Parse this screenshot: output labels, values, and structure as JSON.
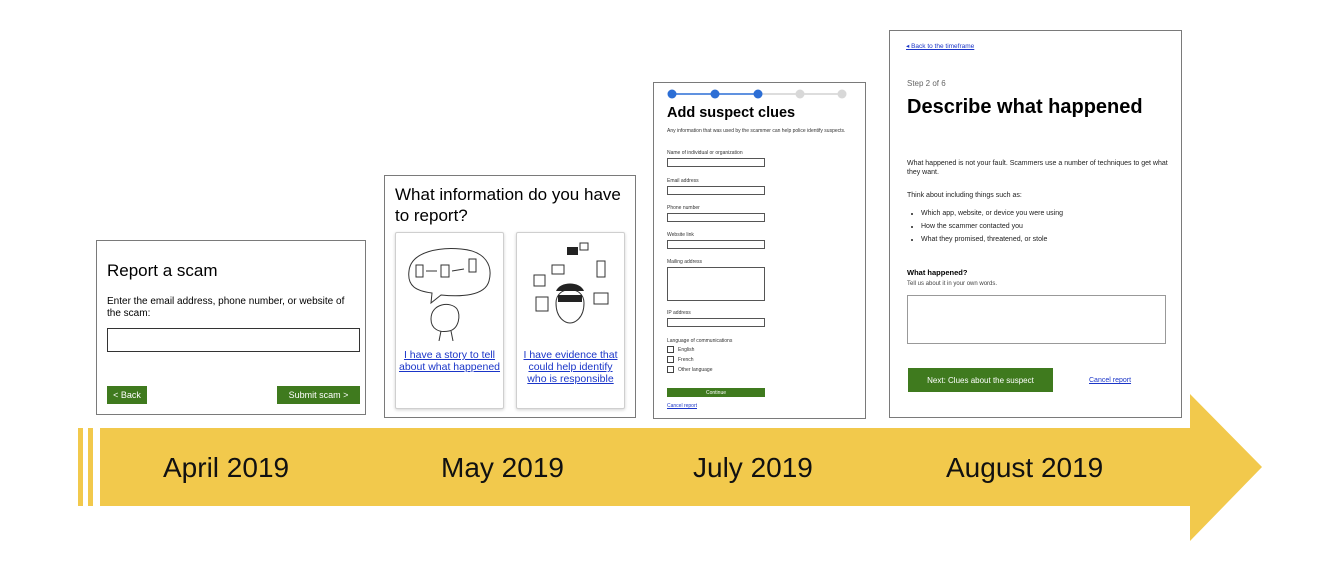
{
  "colors": {
    "timeline": "#f2c94c",
    "button_green": "#3f7a1e",
    "link_blue": "#1a35c8"
  },
  "timeline": {
    "labels": [
      "April 2019",
      "May 2019",
      "July 2019",
      "August 2019"
    ]
  },
  "card_april": {
    "title": "Report a scam",
    "prompt": "Enter the email address, phone number, or website of the scam:",
    "input_value": "",
    "back_label": "< Back",
    "submit_label": "Submit scam >"
  },
  "card_may": {
    "title": "What information do you have to report?",
    "option1_link": "I have a story to tell about what happened",
    "option2_link": "I have evidence that could help identify who is responsible"
  },
  "card_july": {
    "title": "Add suspect clues",
    "intro": "Any information that was used by the scammer can help police identify suspects.",
    "fields": [
      "Name of individual or organization",
      "Email address",
      "Phone number",
      "Website link",
      "Mailing address",
      "IP address"
    ],
    "language_label": "Language of communications",
    "languages": [
      "English",
      "French",
      "Other language"
    ],
    "continue_label": "Continue",
    "cancel_label": "Cancel report"
  },
  "card_august": {
    "back_link": "◂ Back to the timeframe",
    "step": "Step 2 of 6",
    "title": "Describe what happened",
    "intro": "What happened is not your fault. Scammers use a number of techniques to get what they want.",
    "think": "Think about including things such as:",
    "bullets": [
      "Which app, website, or device you were using",
      "How the scammer contacted you",
      "What they promised, threatened, or stole"
    ],
    "question": "What happened?",
    "hint": "Tell us about it in your own words.",
    "textarea_value": "",
    "next_label": "Next: Clues about the suspect",
    "cancel_label": "Cancel report"
  }
}
